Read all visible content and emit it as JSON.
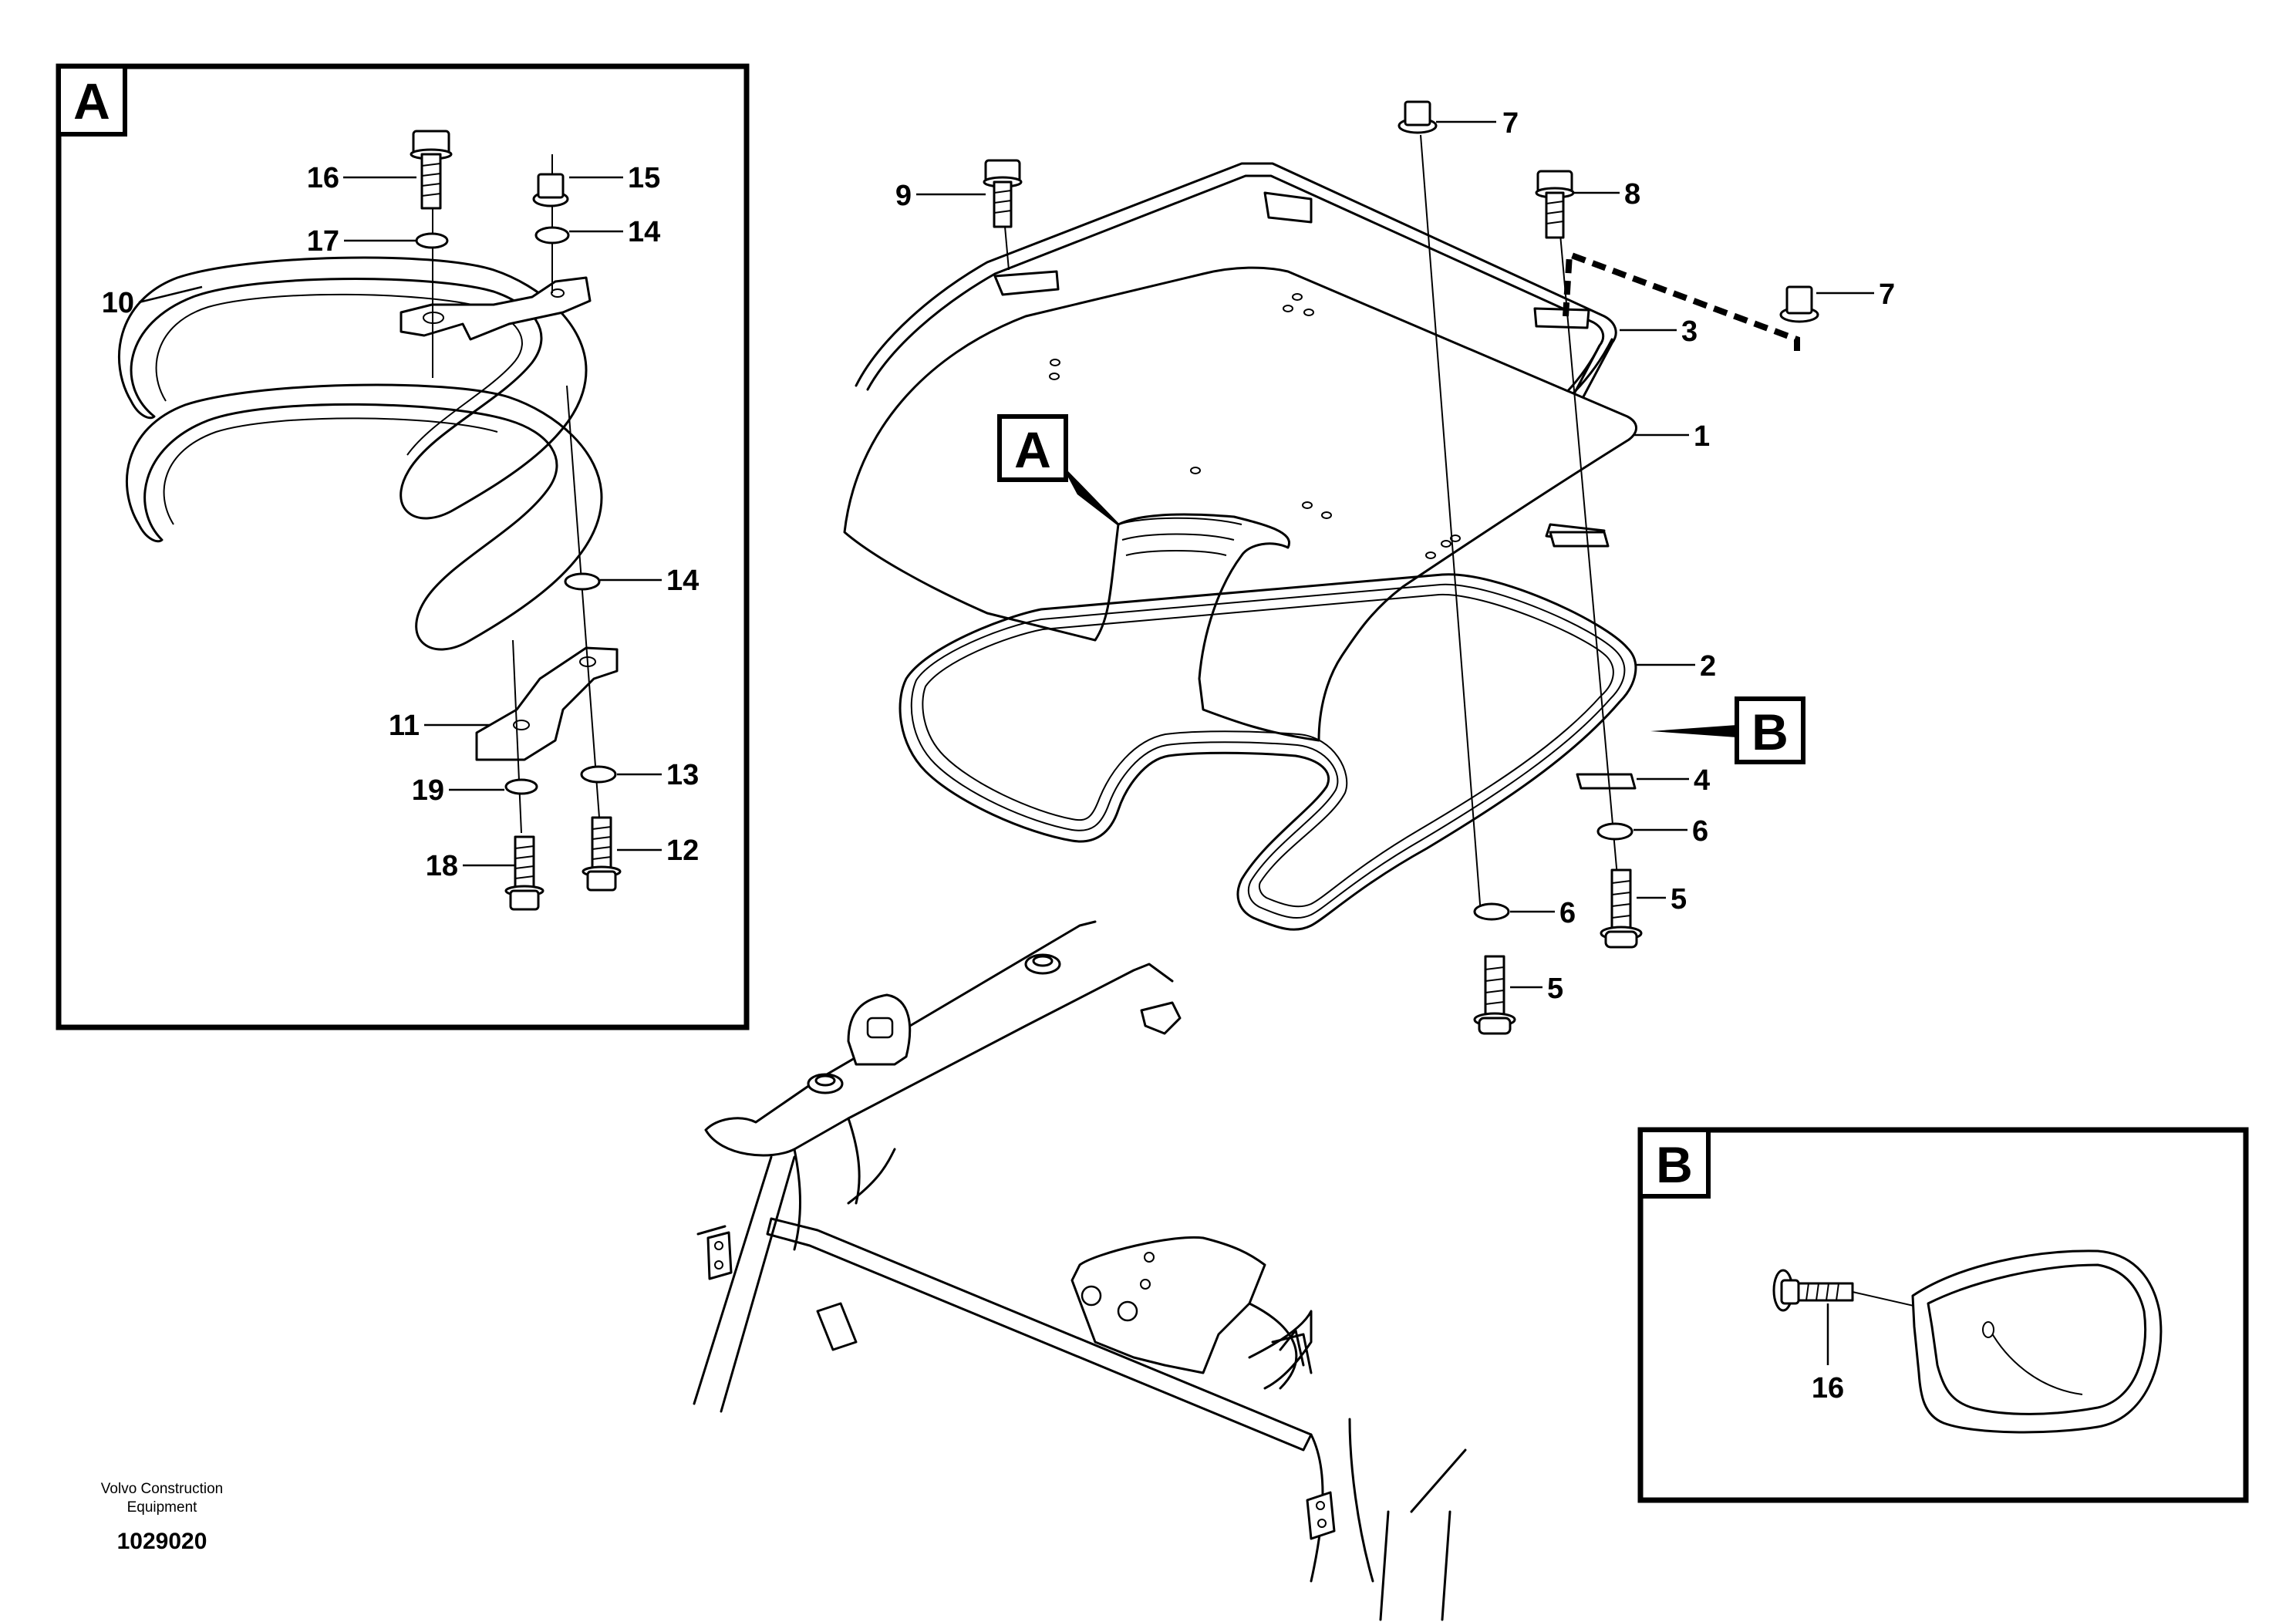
{
  "panels": {
    "detail_a": {
      "letter": "A"
    },
    "detail_b": {
      "letter": "B"
    }
  },
  "main_refs": {
    "ref_a": "A",
    "ref_b": "B"
  },
  "callouts": {
    "c1": "1",
    "c2": "2",
    "c3": "3",
    "c4": "4",
    "c5a": "5",
    "c5b": "5",
    "c6a": "6",
    "c6b": "6",
    "c7a": "7",
    "c7b": "7",
    "c8": "8",
    "c9": "9",
    "c10": "10",
    "c11": "11",
    "c12": "12",
    "c13": "13",
    "c14a": "14",
    "c14b": "14",
    "c15": "15",
    "c16a": "16",
    "c17": "17",
    "c18": "18",
    "c19": "19",
    "c16b": "16"
  },
  "footer": {
    "company_line1": "Volvo Construction",
    "company_line2": "Equipment",
    "drawing_number": "1029020"
  }
}
